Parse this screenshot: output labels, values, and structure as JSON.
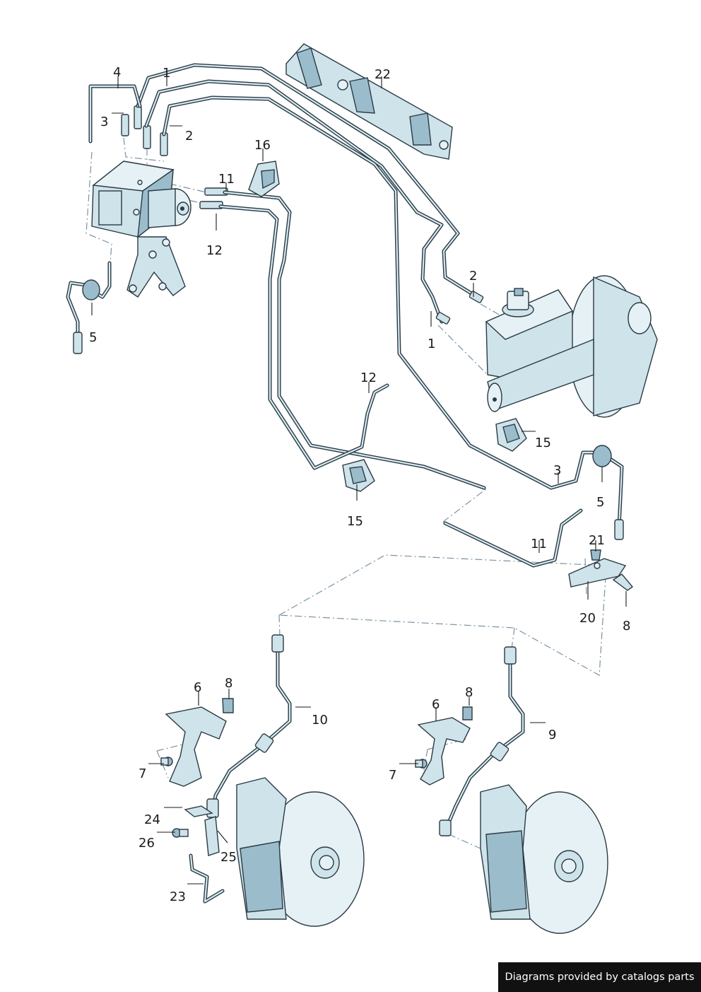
{
  "footer": {
    "caption": "Diagrams provided by catalogs parts"
  },
  "callouts": {
    "c1a": "1",
    "c1b": "1",
    "c2a": "2",
    "c2b": "2",
    "c3a": "3",
    "c3b": "3",
    "c4": "4",
    "c5a": "5",
    "c5b": "5",
    "c6a": "6",
    "c6b": "6",
    "c7a": "7",
    "c7b": "7",
    "c8a": "8",
    "c8b": "8",
    "c8c": "8",
    "c9": "9",
    "c10": "10",
    "c11a": "11",
    "c11b": "11",
    "c12a": "12",
    "c12b": "12",
    "c15a": "15",
    "c15b": "15",
    "c16": "16",
    "c20": "20",
    "c21": "21",
    "c22": "22",
    "c23": "23",
    "c24": "24",
    "c25": "25",
    "c26": "26"
  }
}
